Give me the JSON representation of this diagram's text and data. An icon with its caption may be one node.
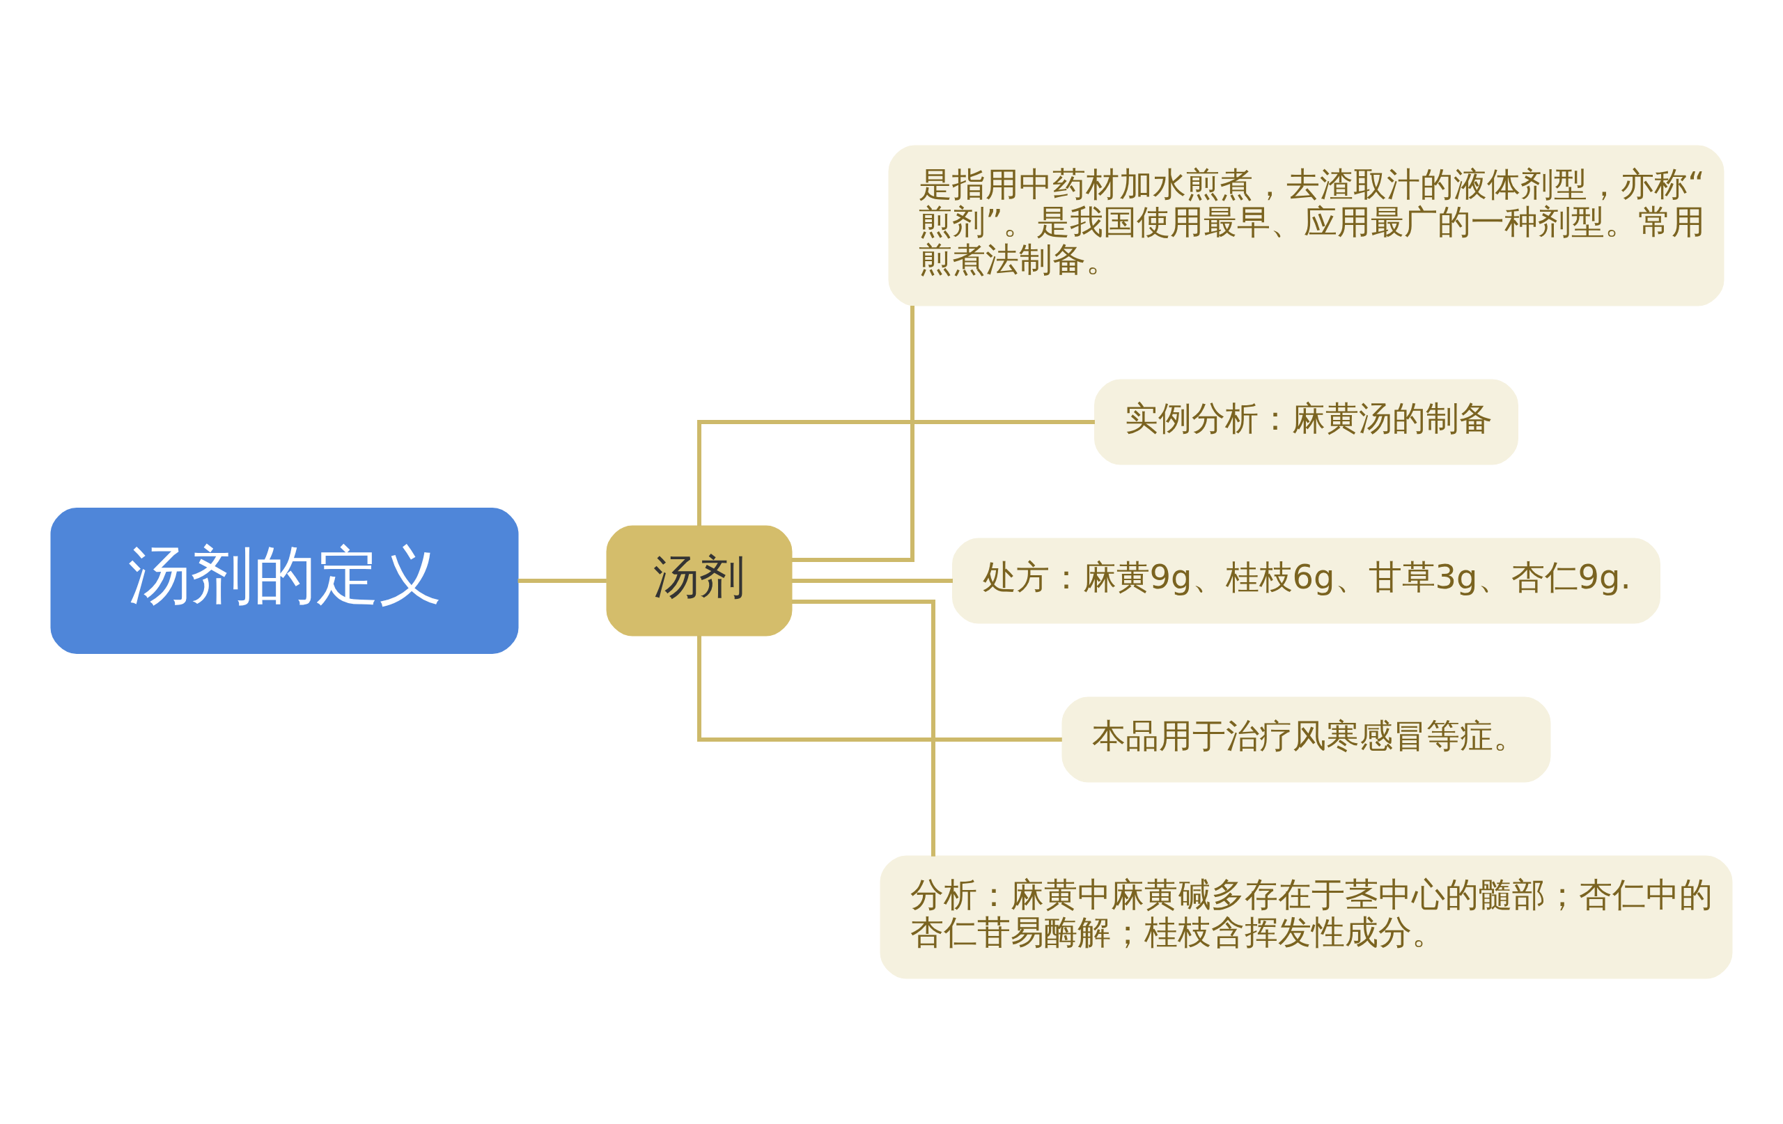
{
  "diagram": {
    "nodes": [
      {
        "text": [
          "汤剂的定义"
        ]
      },
      {
        "text": [
          "汤剂"
        ]
      },
      {
        "text": [
          "是指用中药材加水煎煮，去渣取汁的液体剂型，亦称“煎剂”。是我国使用最早、应用最广的一种剂型。常用煎煮法制备。"
        ]
      },
      {
        "text": [
          "实例分析：麻黄汤的制备"
        ]
      },
      {
        "text": [
          "处方：麻黄9g、桂枝6g、甘草3g、杏仁9g."
        ]
      },
      {
        "text": [
          "本品用于治疗风寒感冒等症。"
        ]
      },
      {
        "text": [
          "分析：麻黄中麻黄碱多存在于茎中心的髓部；杏仁中的杏仁苷易酶解；桂枝含挥发性成分。"
        ]
      }
    ],
    "edges": [
      {
        "from": 0,
        "to": 1,
        "arrow": "none"
      },
      {
        "from": 1,
        "to": 2,
        "arrow": "none"
      },
      {
        "from": 1,
        "to": 3,
        "arrow": "none"
      },
      {
        "from": 1,
        "to": 4,
        "arrow": "none"
      },
      {
        "from": 1,
        "to": 5,
        "arrow": "none"
      },
      {
        "from": 1,
        "to": 6,
        "arrow": "none"
      }
    ]
  }
}
